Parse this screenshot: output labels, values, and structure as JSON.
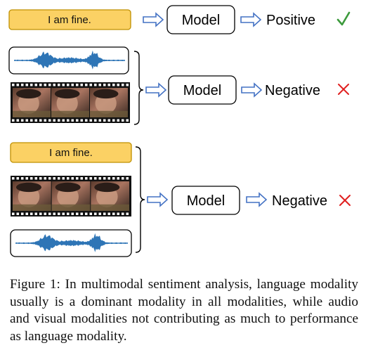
{
  "text_input_label": "I am fine.",
  "model_label": "Model",
  "rows": [
    {
      "modalities": [
        "text"
      ],
      "output": "Positive",
      "result": "correct"
    },
    {
      "modalities": [
        "audio",
        "video"
      ],
      "output": "Negative",
      "result": "wrong"
    },
    {
      "modalities": [
        "text",
        "video",
        "audio"
      ],
      "output": "Negative",
      "result": "wrong"
    }
  ],
  "caption": "Figure 1: In multimodal sentiment analysis, language modality usually is a dominant modality in all modalities, while audio and visual modalities not contributing as much to performance as language modality.",
  "colors": {
    "text_box_fill": "#FBD164",
    "text_box_stroke": "#BF9000",
    "waveform": "#2E75B6",
    "arrow_stroke": "#4472C4",
    "check": "#3C9A3C",
    "cross": "#E02020"
  },
  "icons": {
    "correct": "check-mark-icon",
    "wrong": "cross-mark-icon"
  }
}
